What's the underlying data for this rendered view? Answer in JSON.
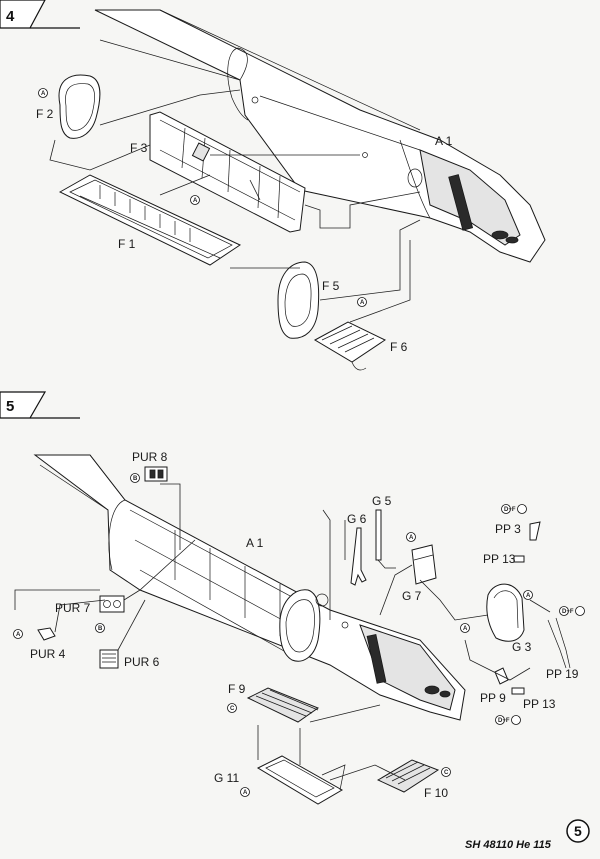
{
  "steps": [
    {
      "number": "4",
      "labels": {
        "f2": "F 2",
        "f3": "F 3",
        "f1": "F 1",
        "a1": "A 1",
        "f5": "F 5",
        "f6": "F 6"
      },
      "glue_symbols": [
        "A",
        "A",
        "A"
      ]
    },
    {
      "number": "5",
      "labels": {
        "pur8": "PUR 8",
        "a1": "A 1",
        "g5": "G 5",
        "g6": "G 6",
        "pp3": "PP 3",
        "pp13_top": "PP 13",
        "pur7": "PUR 7",
        "g7": "G 7",
        "pur4": "PUR 4",
        "pur6": "PUR 6",
        "g3": "G 3",
        "pp19": "PP 19",
        "pp9": "PP 9",
        "pp13_bottom": "PP 13",
        "f9": "F 9",
        "g11": "G 11",
        "f10": "F 10"
      },
      "glue_symbols": [
        "B",
        "A",
        "B",
        "A",
        "A",
        "C",
        "A",
        "C",
        "A"
      ],
      "paint_codes": [
        "D+F",
        "D+F",
        "D+F"
      ]
    }
  ],
  "footer": {
    "code": "SH 48110 He 115",
    "page": "5"
  }
}
